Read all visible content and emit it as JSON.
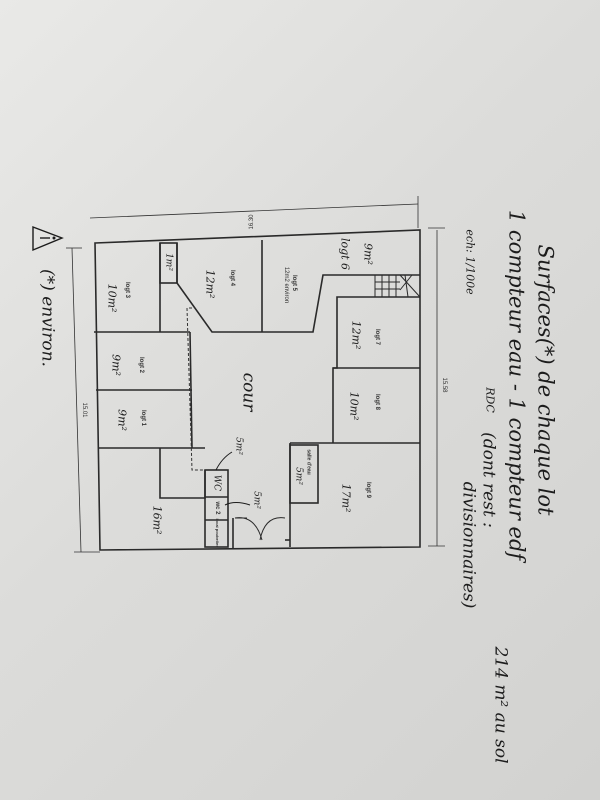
{
  "notes": {
    "title_line1": "Surfaces(*) de chaque lot",
    "title_line2": "1 compteur eau - 1 compteur edf",
    "rdc": "RDC",
    "rdc_detail1": "(dont rest :",
    "rdc_detail2": "divisionnaires)",
    "scale": "ech: 1/100e",
    "total": "214 m² au sol",
    "warning": "(*) environ."
  },
  "dimensions": {
    "top": "16.30",
    "right": "15.58",
    "left": "15.01"
  },
  "rooms": {
    "logt1": {
      "label": "logt 1",
      "area": "9m²"
    },
    "logt2": {
      "label": "logt 2",
      "area": "9m²"
    },
    "logt3": {
      "label": "logt 3",
      "area": "10m²"
    },
    "logt4": {
      "label": "logt 4",
      "area": "12m²"
    },
    "logt5": {
      "label": "logt 5",
      "area": "12m2 environ"
    },
    "logt6": {
      "label": "logt 6",
      "area": "9m²"
    },
    "logt7": {
      "label": "logt 7",
      "area": "12m²"
    },
    "logt8": {
      "label": "logt 8",
      "area": "10m²"
    },
    "logt9": {
      "label": "logt 9",
      "area": "17m²"
    },
    "salle_eau": {
      "label": "salle d'eau",
      "area": "5m²"
    },
    "cour": {
      "label": "cour"
    },
    "wc": {
      "label": "WC"
    },
    "wc2": {
      "label": "wc 2"
    },
    "poubelles": {
      "label": "local poubelles"
    },
    "small_room": {
      "area": "1m²"
    },
    "bottom_left": {
      "area": "16m²"
    },
    "wc_area": {
      "area": "5m²"
    },
    "entry_area": {
      "area": "5m²"
    }
  }
}
